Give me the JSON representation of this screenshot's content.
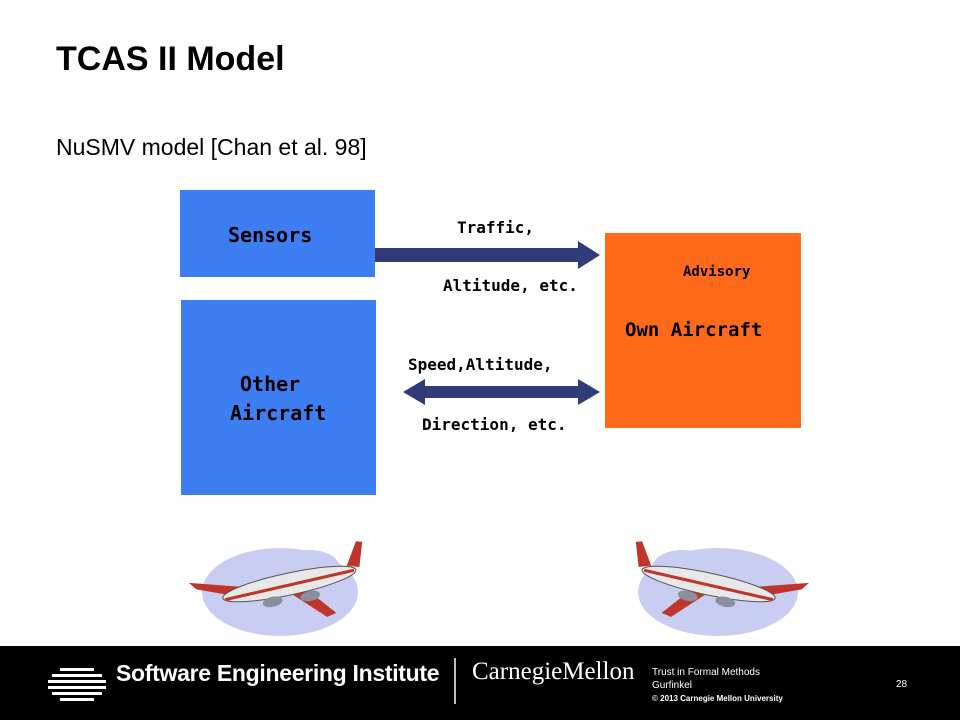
{
  "slide": {
    "title": "TCAS II Model",
    "subtitle": "NuSMV model  [Chan et al. 98]"
  },
  "diagram": {
    "sensors_label": "Sensors",
    "other_aircraft_line1": "Other",
    "other_aircraft_line2": "Aircraft",
    "own_aircraft_label": "Own Aircraft",
    "advisory_label": "Advisory",
    "arrow1_line1": "Traffic,",
    "arrow1_line2": "Altitude, etc.",
    "arrow2_line1": "Speed,Altitude,",
    "arrow2_line2": "Direction, etc.",
    "colors": {
      "blue_box": "#3d7ff2",
      "orange_box": "#ff6a1a",
      "arrow": "#2f3c78"
    }
  },
  "images": {
    "left_airplane": "airplane-clipart",
    "right_airplane": "airplane-clipart"
  },
  "footer": {
    "org": "Software Engineering Institute",
    "university": "CarnegieMellon",
    "course": "Trust in Formal Methods",
    "author": "Gurfinkel",
    "copyright": "© 2013 Carnegie Mellon University",
    "page_number": "28"
  }
}
